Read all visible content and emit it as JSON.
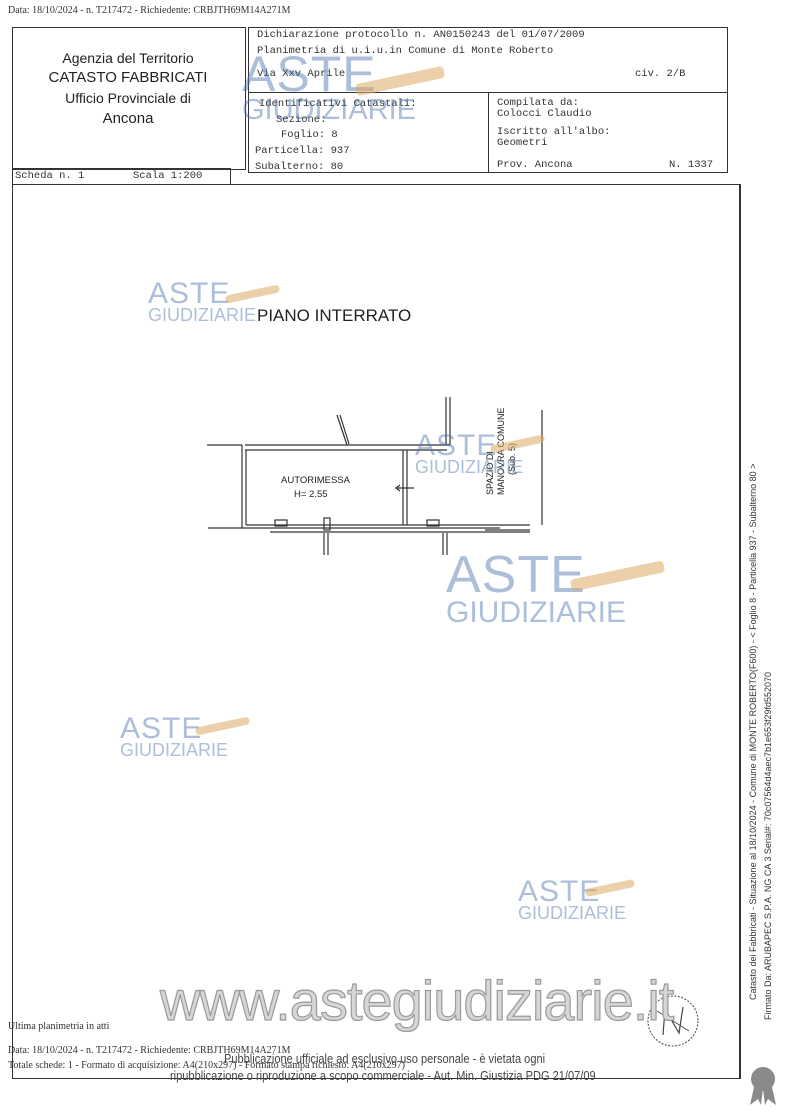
{
  "top_line": "Data: 18/10/2024 - n. T217472 - Richiedente: CRBJTH69M14A271M",
  "agency": {
    "line1": "Agenzia del Territorio",
    "line2": "CATASTO FABBRICATI",
    "line3": "Ufficio Provinciale di",
    "line4": "Ancona"
  },
  "header": {
    "protocol": "Dichiarazione protocollo n. AN0150243 del  01/07/2009",
    "planimetria": "Planimetria di u.i.u.in Comune di Monte Roberto",
    "address": "Via Xxv Aprile",
    "civ": "civ. 2/B",
    "identificativi_label": "Identificativi Catastali:",
    "sezione": "Sezione:",
    "foglio": "Foglio: 8",
    "particella": "Particella: 937",
    "subalterno": "Subalterno: 80",
    "compilata_label": "Compilata da:",
    "compilata_name": "Colocci Claudio",
    "iscritto_label": "Iscritto all'albo:",
    "iscritto_value": "Geometri",
    "prov": "Prov. Ancona",
    "numero": "N.  1337"
  },
  "scheda": {
    "scheda": "Scheda n. 1",
    "scala": "Scala 1:200"
  },
  "plan": {
    "floor_title": "PIANO INTERRATO",
    "room_name": "AUTORIMESSA",
    "room_height": "H= 2.55",
    "common_line1": "SPAZIO DI",
    "common_line2": "MANOVRA COMUNE",
    "common_line3": "(Sub. 5)"
  },
  "side_text": {
    "line1": "Catasto dei Fabbricati - Situazione al 18/10/2024 - Comune di MONTE ROBERTO(F600) - < Foglio 8 - Particella 937 - Subalterno 80 >",
    "line2": "Firmato Da: ARUBAPEC S.P.A. NG CA 3 Serial#: 70c07564d4aec7b1e653f29fd552070"
  },
  "footer": {
    "ultima": "Ultima planimetria in atti",
    "data": "Data: 18/10/2024 - n. T217472 - Richiedente: CRBJTH69M14A271M",
    "totale": "Totale schede: 1 - Formato di acquisizione: A4(210x297) - Formato stampa richiesto: A4(210x297)"
  },
  "watermark": {
    "aste": "ASTE",
    "giudiziarie": "GIUDIZIARIE",
    "url": "www.astegiudiziarie.it",
    "notice_line1": "Pubblicazione ufficiale ad esclusivo uso personale - è vietata ogni",
    "notice_line2": "ripubblicazione o riproduzione a scopo commerciale - Aut. Min. Giustizia PDG 21/07/09"
  },
  "icons": {
    "north_arrow": "north-arrow-icon",
    "seal": "signature-seal-icon"
  }
}
